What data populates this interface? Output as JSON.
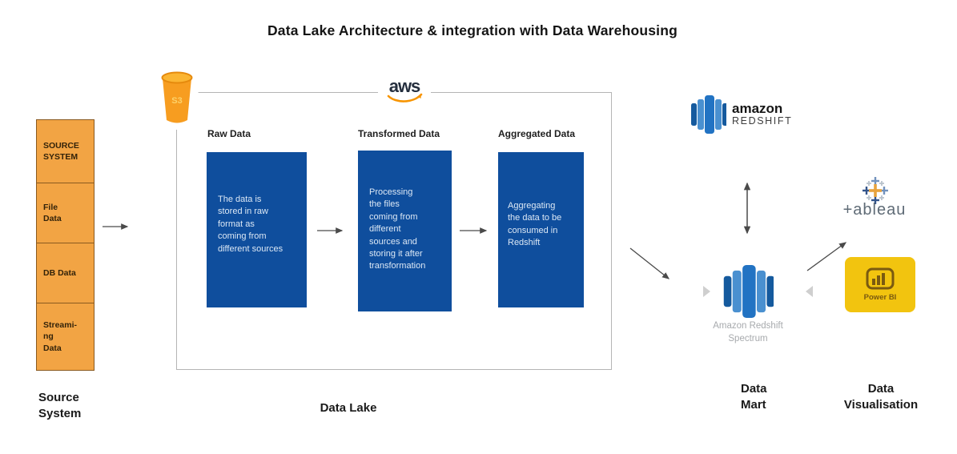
{
  "title": "Data Lake Architecture & integration with Data Warehousing",
  "colors": {
    "source_box_orange": "#f2a444",
    "stage_box_blue": "#0f4e9d",
    "powerbi_yellow": "#f2c40f",
    "aws_smile_orange": "#f79400",
    "redshift_icon_blue": "#2273c3",
    "lake_border_gray": "#b5b5b5"
  },
  "source_system": {
    "boxes": [
      "SOURCE\nSYSTEM",
      "File\nData",
      "DB Data",
      "Streami-\nng\nData"
    ],
    "caption": "Source\nSystem"
  },
  "data_lake": {
    "caption": "Data Lake",
    "aws_logo_text": "aws",
    "s3_icon_text": "S3",
    "stages": [
      {
        "header": "Raw Data",
        "body": "The data is\nstored in raw\nformat  as\ncoming from\ndifferent sources"
      },
      {
        "header": "Transformed Data",
        "body": "Processing\nthe files\ncoming from\ndifferent\nsources and\nstoring it after\ntransformation"
      },
      {
        "header": "Aggregated Data",
        "body": "Aggregating\nthe data to be\nconsumed in\nRedshift"
      }
    ]
  },
  "data_mart": {
    "caption": "Data\nMart",
    "redshift_brand": "amazon",
    "redshift_product": "REDSHIFT",
    "spectrum_label": "Amazon Redshift\nSpectrum"
  },
  "data_visualisation": {
    "caption": "Data\nVisualisation",
    "tableau_wordmark": "+ableau",
    "powerbi_label": "Power BI"
  }
}
